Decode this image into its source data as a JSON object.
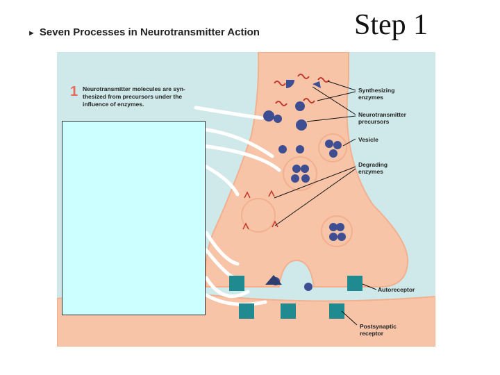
{
  "header": {
    "title": "Seven Processes in Neurotransmitter Action",
    "step": "Step 1"
  },
  "callout": {
    "number": "1",
    "text": "Neurotransmitter molecules are syn-thesized from precursors under the influence of enzymes."
  },
  "labels": {
    "synthesizing_enzymes": "Synthesizing enzymes",
    "precursors": "Neurotransmitter precursors",
    "vesicle": "Vesicle",
    "degrading_enzymes": "Degrading enzymes",
    "autoreceptor": "Autoreceptor",
    "postsynaptic_receptor": "Postsynaptic receptor"
  },
  "colors": {
    "background": "#cfe9ea",
    "terminal": "#f7c4a8",
    "terminal_edge": "#f2b08f",
    "molecule": "#3e4e92",
    "enzyme": "#c0392b",
    "receptor": "#1f8a8f",
    "callout_number": "#e56a5c"
  }
}
